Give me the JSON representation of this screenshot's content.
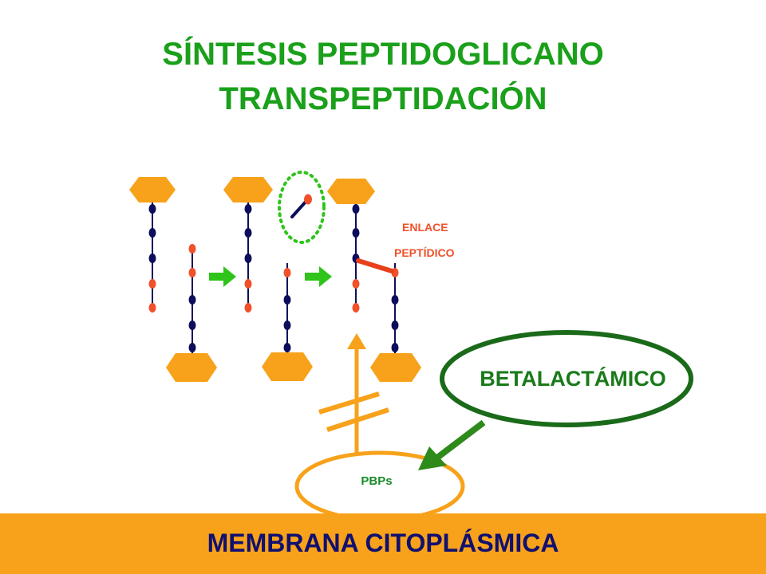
{
  "title": {
    "line1": "SÍNTESIS PEPTIDOGLICANO",
    "line2": "TRANSPEPTIDACIÓN"
  },
  "labels": {
    "bond_line1": "ENLACE",
    "bond_line2": "PEPTÍDICO",
    "betalactam": "BETALACTÁMICO",
    "pbp": "PBPs",
    "membrane": "MEMBRANA CITOPLÁSMICA"
  },
  "colors": {
    "title": "#1aa01a",
    "sugar_hexagon": "#f7a21a",
    "amino_acid_navy": "#0d0d5c",
    "amino_acid_red": "#f0502a",
    "peptide_bond": "#e8401a",
    "arrow_green": "#2ec41a",
    "betalactam_ellipse": "#1a6a1a",
    "pbp_ellipse": "#f7a21a",
    "membrane": "#f7a21a",
    "membrane_text": "#101070"
  }
}
